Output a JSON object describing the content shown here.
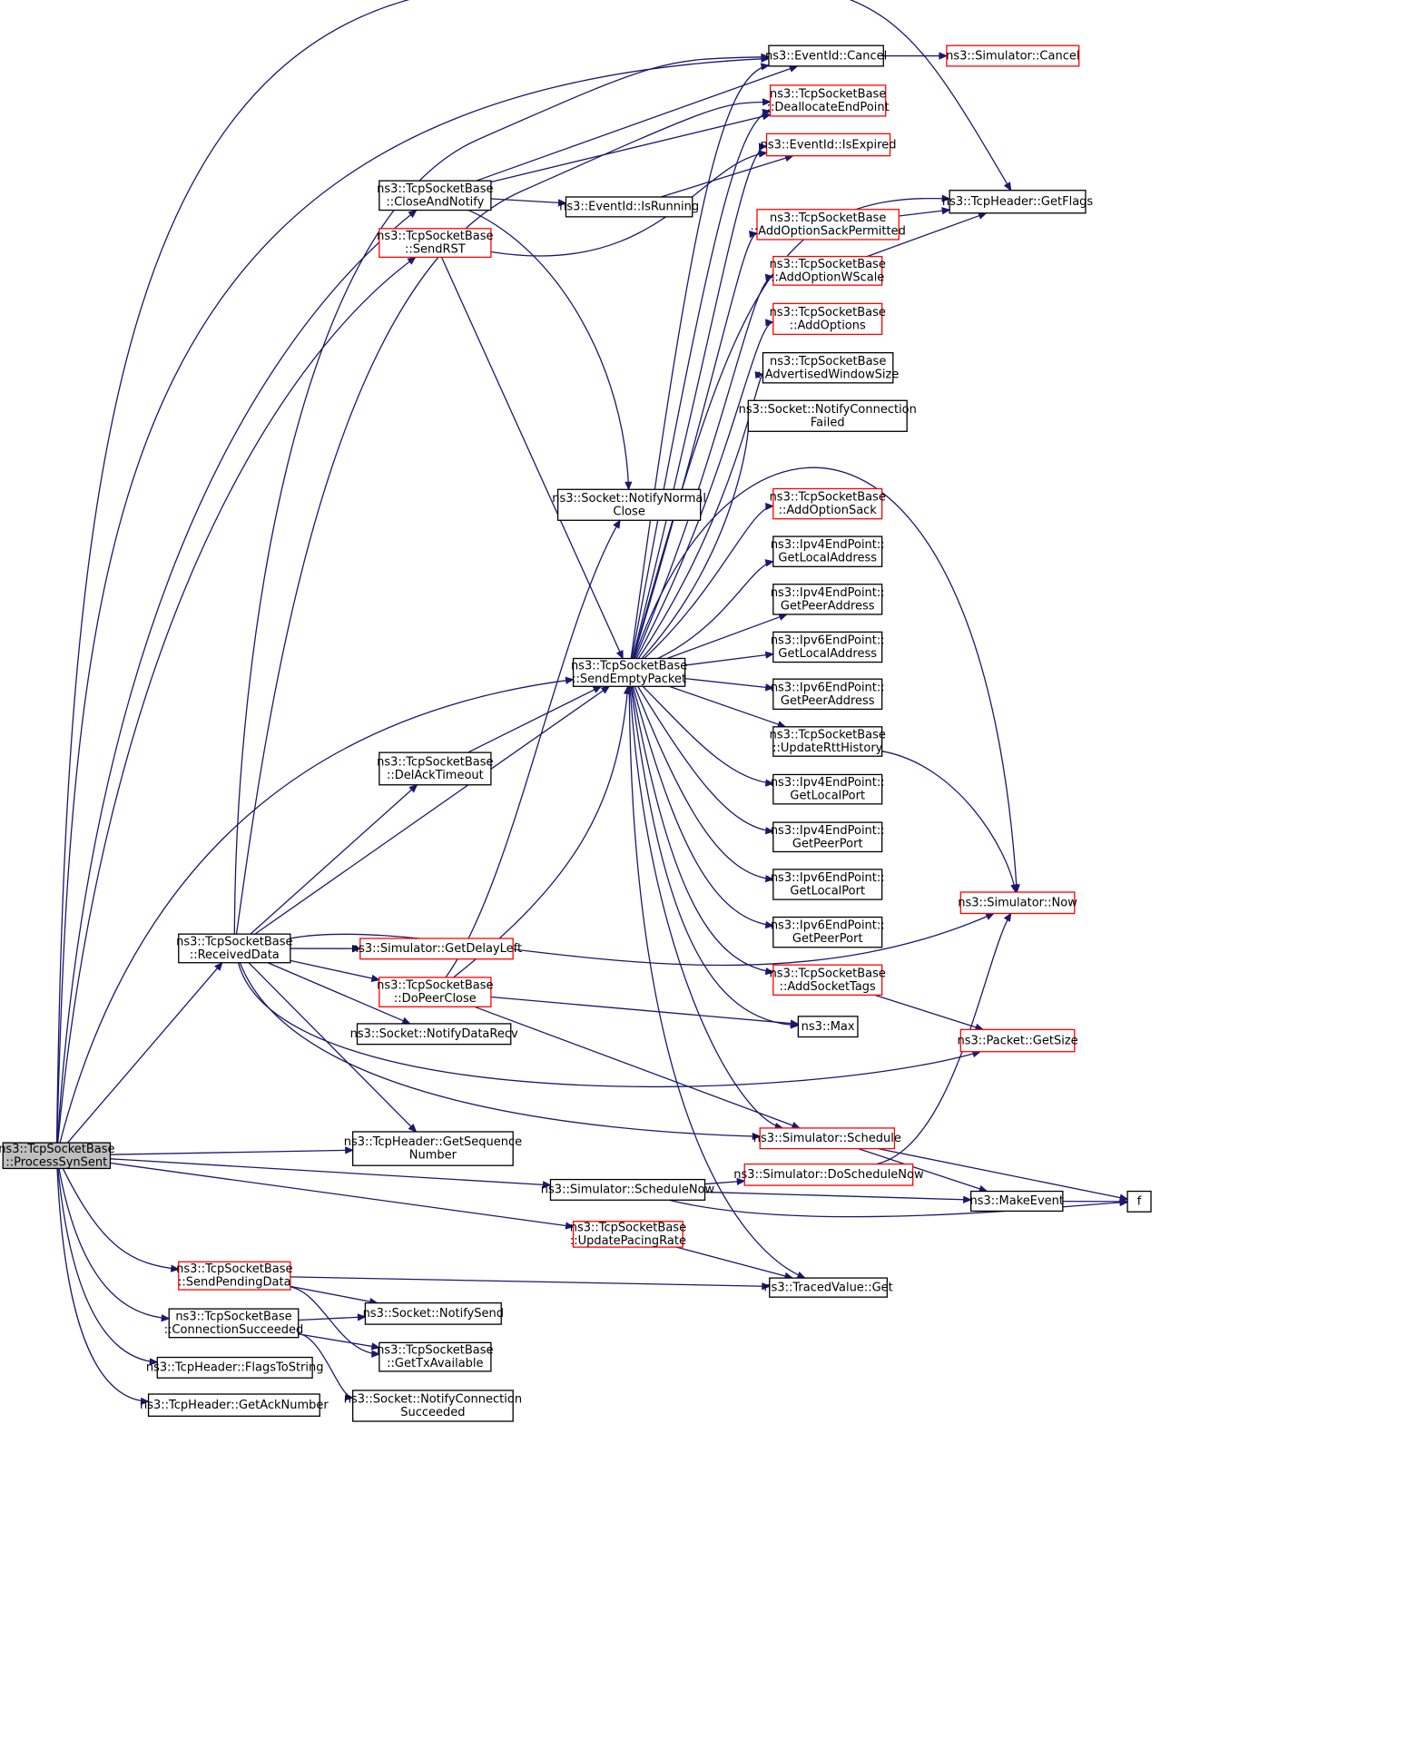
{
  "nodes": [
    {
      "id": "root",
      "lines": [
        "ns3::TcpSocketBase",
        "::ProcessSynSent"
      ],
      "border": "root"
    },
    {
      "id": "receiveddata",
      "lines": [
        "ns3::TcpSocketBase",
        "::ReceivedData"
      ],
      "border": "black"
    },
    {
      "id": "closeandnotify",
      "lines": [
        "ns3::TcpSocketBase",
        "::CloseAndNotify"
      ],
      "border": "black"
    },
    {
      "id": "sendrst",
      "lines": [
        "ns3::TcpSocketBase",
        "::SendRST"
      ],
      "border": "red"
    },
    {
      "id": "getsequencenumber",
      "lines": [
        "ns3::TcpHeader::GetSequence",
        "Number"
      ],
      "border": "black"
    },
    {
      "id": "schedulenow",
      "lines": [
        "ns3::Simulator::ScheduleNow"
      ],
      "border": "black"
    },
    {
      "id": "updatepacingrate",
      "lines": [
        "ns3::TcpSocketBase",
        "::UpdatePacingRate"
      ],
      "border": "red"
    },
    {
      "id": "sendpendingdata",
      "lines": [
        "ns3::TcpSocketBase",
        "::SendPendingData"
      ],
      "border": "red"
    },
    {
      "id": "connectionsucceeded",
      "lines": [
        "ns3::TcpSocketBase",
        "::ConnectionSucceeded"
      ],
      "border": "black"
    },
    {
      "id": "flagstostring",
      "lines": [
        "ns3::TcpHeader::FlagsToString"
      ],
      "border": "black"
    },
    {
      "id": "getacknumber",
      "lines": [
        "ns3::TcpHeader::GetAckNumber"
      ],
      "border": "black"
    },
    {
      "id": "eventidcancel",
      "lines": [
        "ns3::EventId::Cancel"
      ],
      "border": "black"
    },
    {
      "id": "simulatorcancel",
      "lines": [
        "ns3::Simulator::Cancel"
      ],
      "border": "red"
    },
    {
      "id": "deallocateendpoint",
      "lines": [
        "ns3::TcpSocketBase",
        "::DeallocateEndPoint"
      ],
      "border": "red"
    },
    {
      "id": "isexpired",
      "lines": [
        "ns3::EventId::IsExpired"
      ],
      "border": "red"
    },
    {
      "id": "isrunning",
      "lines": [
        "ns3::EventId::IsRunning"
      ],
      "border": "black"
    },
    {
      "id": "getflags",
      "lines": [
        "ns3::TcpHeader::GetFlags"
      ],
      "border": "black"
    },
    {
      "id": "addoptionsackpermitted",
      "lines": [
        "ns3::TcpSocketBase",
        "::AddOptionSackPermitted"
      ],
      "border": "red"
    },
    {
      "id": "addoptionwscale",
      "lines": [
        "ns3::TcpSocketBase",
        "::AddOptionWScale"
      ],
      "border": "red"
    },
    {
      "id": "addoptions",
      "lines": [
        "ns3::TcpSocketBase",
        "::AddOptions"
      ],
      "border": "red"
    },
    {
      "id": "advertisedwindowsize",
      "lines": [
        "ns3::TcpSocketBase",
        "::AdvertisedWindowSize"
      ],
      "border": "black"
    },
    {
      "id": "notifyconnectionfailed",
      "lines": [
        "ns3::Socket::NotifyConnection",
        "Failed"
      ],
      "border": "black"
    },
    {
      "id": "notifynormalclose",
      "lines": [
        "ns3::Socket::NotifyNormal",
        "Close"
      ],
      "border": "black"
    },
    {
      "id": "addoptionsack",
      "lines": [
        "ns3::TcpSocketBase",
        "::AddOptionSack"
      ],
      "border": "red"
    },
    {
      "id": "ipv4getlocaladdress",
      "lines": [
        "ns3::Ipv4EndPoint::",
        "GetLocalAddress"
      ],
      "border": "black"
    },
    {
      "id": "ipv4getpeeraddress",
      "lines": [
        "ns3::Ipv4EndPoint::",
        "GetPeerAddress"
      ],
      "border": "black"
    },
    {
      "id": "ipv6getlocaladdress",
      "lines": [
        "ns3::Ipv6EndPoint::",
        "GetLocalAddress"
      ],
      "border": "black"
    },
    {
      "id": "ipv6getpeeraddress",
      "lines": [
        "ns3::Ipv6EndPoint::",
        "GetPeerAddress"
      ],
      "border": "black"
    },
    {
      "id": "sendemptypacket",
      "lines": [
        "ns3::TcpSocketBase",
        "::SendEmptyPacket"
      ],
      "border": "black"
    },
    {
      "id": "updaterttHistory",
      "lines": [
        "ns3::TcpSocketBase",
        "::UpdateRttHistory"
      ],
      "border": "black"
    },
    {
      "id": "delacktimeout",
      "lines": [
        "ns3::TcpSocketBase",
        "::DelAckTimeout"
      ],
      "border": "black"
    },
    {
      "id": "ipv4getlocalport",
      "lines": [
        "ns3::Ipv4EndPoint::",
        "GetLocalPort"
      ],
      "border": "black"
    },
    {
      "id": "ipv4getpeerport",
      "lines": [
        "ns3::Ipv4EndPoint::",
        "GetPeerPort"
      ],
      "border": "black"
    },
    {
      "id": "ipv6getlocalport",
      "lines": [
        "ns3::Ipv6EndPoint::",
        "GetLocalPort"
      ],
      "border": "black"
    },
    {
      "id": "ipv6getpeerport",
      "lines": [
        "ns3::Ipv6EndPoint::",
        "GetPeerPort"
      ],
      "border": "black"
    },
    {
      "id": "simulatornow",
      "lines": [
        "ns3::Simulator::Now"
      ],
      "border": "red"
    },
    {
      "id": "getdelayleft",
      "lines": [
        "ns3::Simulator::GetDelayLeft"
      ],
      "border": "red"
    },
    {
      "id": "dopeerclose",
      "lines": [
        "ns3::TcpSocketBase",
        "::DoPeerClose"
      ],
      "border": "red"
    },
    {
      "id": "addsockettags",
      "lines": [
        "ns3::TcpSocketBase",
        "::AddSocketTags"
      ],
      "border": "red"
    },
    {
      "id": "max",
      "lines": [
        "ns3::Max"
      ],
      "border": "black"
    },
    {
      "id": "notifydatarecv",
      "lines": [
        "ns3::Socket::NotifyDataRecv"
      ],
      "border": "black"
    },
    {
      "id": "packetgetsize",
      "lines": [
        "ns3::Packet::GetSize"
      ],
      "border": "red"
    },
    {
      "id": "simulatorschedule",
      "lines": [
        "ns3::Simulator::Schedule"
      ],
      "border": "red"
    },
    {
      "id": "doschedulenow",
      "lines": [
        "ns3::Simulator::DoScheduleNow"
      ],
      "border": "red"
    },
    {
      "id": "makeevent",
      "lines": [
        "ns3::MakeEvent"
      ],
      "border": "black"
    },
    {
      "id": "f",
      "lines": [
        "f"
      ],
      "border": "black"
    },
    {
      "id": "tracedvalueget",
      "lines": [
        "ns3::TracedValue::Get"
      ],
      "border": "black"
    },
    {
      "id": "notifysend",
      "lines": [
        "ns3::Socket::NotifySend"
      ],
      "border": "black"
    },
    {
      "id": "gettxavailable",
      "lines": [
        "ns3::TcpSocketBase",
        "::GetTxAvailable"
      ],
      "border": "black"
    },
    {
      "id": "notifyconnectionsucceeded",
      "lines": [
        "ns3::Socket::NotifyConnection",
        "Succeeded"
      ],
      "border": "black"
    }
  ],
  "colors": {
    "edge": "#191970",
    "red_border": "#ff0000",
    "black_border": "#000000",
    "root_fill": "#bfbfbf"
  }
}
